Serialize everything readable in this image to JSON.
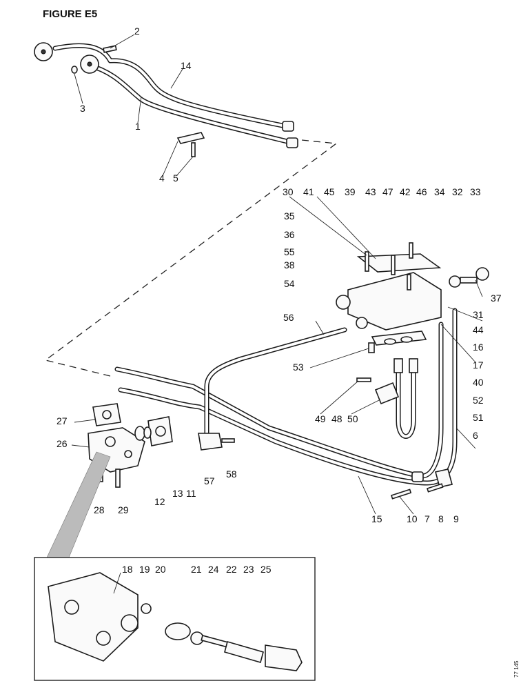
{
  "figure": {
    "title": "FIGURE E5",
    "reference_code": "77 145"
  },
  "callouts": [
    {
      "label": "1"
    },
    {
      "label": "2"
    },
    {
      "label": "3"
    },
    {
      "label": "14"
    },
    {
      "label": "4"
    },
    {
      "label": "5"
    },
    {
      "label": "30"
    },
    {
      "label": "41"
    },
    {
      "label": "45"
    },
    {
      "label": "39"
    },
    {
      "label": "43"
    },
    {
      "label": "47"
    },
    {
      "label": "42"
    },
    {
      "label": "46"
    },
    {
      "label": "34"
    },
    {
      "label": "32"
    },
    {
      "label": "33"
    },
    {
      "label": "35"
    },
    {
      "label": "36"
    },
    {
      "label": "55"
    },
    {
      "label": "38"
    },
    {
      "label": "54"
    },
    {
      "label": "37"
    },
    {
      "label": "31"
    },
    {
      "label": "44"
    },
    {
      "label": "16"
    },
    {
      "label": "17"
    },
    {
      "label": "40"
    },
    {
      "label": "52"
    },
    {
      "label": "51"
    },
    {
      "label": "6"
    },
    {
      "label": "56"
    },
    {
      "label": "53"
    },
    {
      "label": "49"
    },
    {
      "label": "48"
    },
    {
      "label": "50"
    },
    {
      "label": "27"
    },
    {
      "label": "26"
    },
    {
      "label": "28"
    },
    {
      "label": "29"
    },
    {
      "label": "12"
    },
    {
      "label": "13"
    },
    {
      "label": "11"
    },
    {
      "label": "57"
    },
    {
      "label": "58"
    },
    {
      "label": "15"
    },
    {
      "label": "10"
    },
    {
      "label": "7"
    },
    {
      "label": "8"
    },
    {
      "label": "9"
    },
    {
      "label": "18"
    },
    {
      "label": "19"
    },
    {
      "label": "20"
    },
    {
      "label": "21"
    },
    {
      "label": "24"
    },
    {
      "label": "22"
    },
    {
      "label": "23"
    },
    {
      "label": "25"
    }
  ]
}
